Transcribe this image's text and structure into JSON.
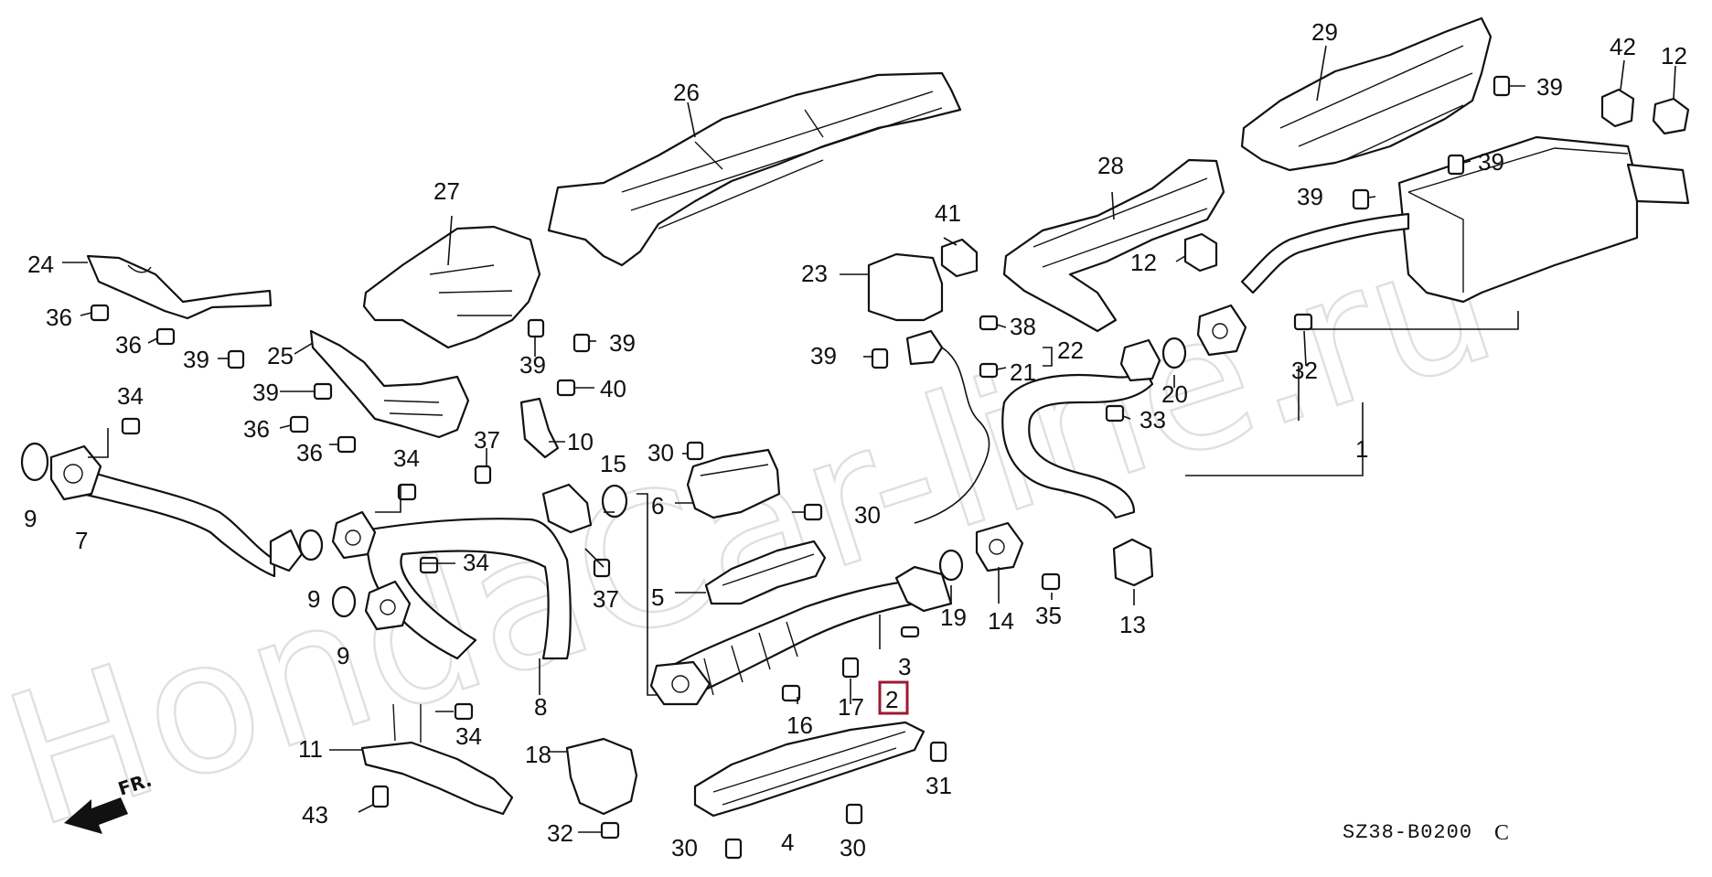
{
  "watermark": "HondaCar-line.ru",
  "diagram_code": "SZ38-B0200",
  "revision": "C",
  "direction_label": "FR.",
  "highlight_color": "#9b1b30",
  "callouts": [
    {
      "id": "c24",
      "text": "24"
    },
    {
      "id": "c36a",
      "text": "36"
    },
    {
      "id": "c36b",
      "text": "36"
    },
    {
      "id": "c39a",
      "text": "39"
    },
    {
      "id": "c25",
      "text": "25"
    },
    {
      "id": "c39b",
      "text": "39"
    },
    {
      "id": "c27",
      "text": "27"
    },
    {
      "id": "c26",
      "text": "26"
    },
    {
      "id": "c39c",
      "text": "39"
    },
    {
      "id": "c39d",
      "text": "39"
    },
    {
      "id": "c40",
      "text": "40"
    },
    {
      "id": "c36c",
      "text": "36"
    },
    {
      "id": "c36d",
      "text": "36"
    },
    {
      "id": "c34a",
      "text": "34"
    },
    {
      "id": "c37a",
      "text": "37"
    },
    {
      "id": "c10",
      "text": "10"
    },
    {
      "id": "c34b",
      "text": "34"
    },
    {
      "id": "c9a",
      "text": "9"
    },
    {
      "id": "c7",
      "text": "7"
    },
    {
      "id": "c9b",
      "text": "9"
    },
    {
      "id": "c9c",
      "text": "9"
    },
    {
      "id": "c34c",
      "text": "34"
    },
    {
      "id": "c15",
      "text": "15"
    },
    {
      "id": "c37b",
      "text": "37"
    },
    {
      "id": "c8",
      "text": "8"
    },
    {
      "id": "c34d",
      "text": "34"
    },
    {
      "id": "c11",
      "text": "11"
    },
    {
      "id": "c18",
      "text": "18"
    },
    {
      "id": "c43",
      "text": "43"
    },
    {
      "id": "c32a",
      "text": "32"
    },
    {
      "id": "c30a",
      "text": "30"
    },
    {
      "id": "c6",
      "text": "6"
    },
    {
      "id": "c30b",
      "text": "30"
    },
    {
      "id": "c5",
      "text": "5"
    },
    {
      "id": "c16",
      "text": "16"
    },
    {
      "id": "c17",
      "text": "17"
    },
    {
      "id": "c3",
      "text": "3"
    },
    {
      "id": "c2",
      "text": "2",
      "highlighted": true
    },
    {
      "id": "c4",
      "text": "4"
    },
    {
      "id": "c30c",
      "text": "30"
    },
    {
      "id": "c30d",
      "text": "30"
    },
    {
      "id": "c31",
      "text": "31"
    },
    {
      "id": "c19",
      "text": "19"
    },
    {
      "id": "c41",
      "text": "41"
    },
    {
      "id": "c23",
      "text": "23"
    },
    {
      "id": "c39e",
      "text": "39"
    },
    {
      "id": "c38",
      "text": "38"
    },
    {
      "id": "c22",
      "text": "22"
    },
    {
      "id": "c21",
      "text": "21"
    },
    {
      "id": "c28",
      "text": "28"
    },
    {
      "id": "c12a",
      "text": "12"
    },
    {
      "id": "c20",
      "text": "20"
    },
    {
      "id": "c33",
      "text": "33"
    },
    {
      "id": "c14",
      "text": "14"
    },
    {
      "id": "c35",
      "text": "35"
    },
    {
      "id": "c13",
      "text": "13"
    },
    {
      "id": "c29",
      "text": "29"
    },
    {
      "id": "c39f",
      "text": "39"
    },
    {
      "id": "c39g",
      "text": "39"
    },
    {
      "id": "c39h",
      "text": "39"
    },
    {
      "id": "c42",
      "text": "42"
    },
    {
      "id": "c12b",
      "text": "12"
    },
    {
      "id": "c32b",
      "text": "32"
    },
    {
      "id": "c1",
      "text": "1"
    }
  ]
}
